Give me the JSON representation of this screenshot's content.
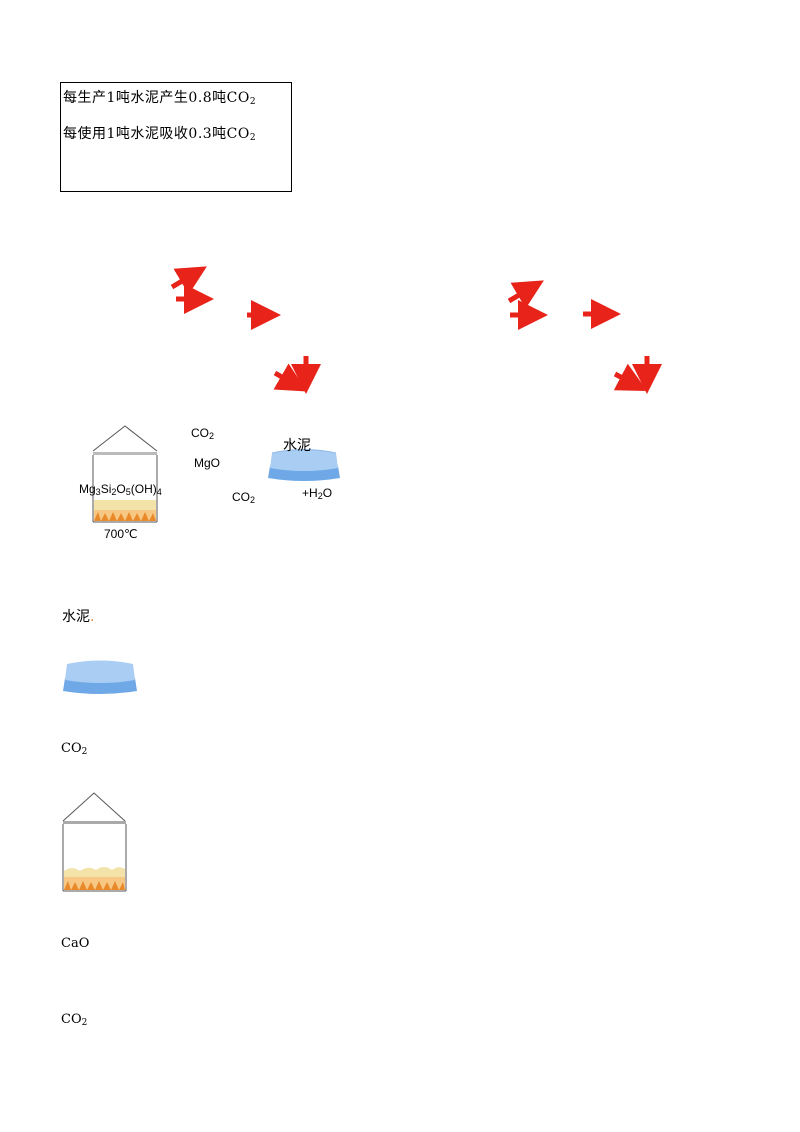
{
  "note": {
    "line1_text": "每生产1吨水泥产生0.8吨",
    "line1_formula": "CO",
    "line1_sub": "2",
    "line2_text": "每使用1吨水泥吸收0.3吨",
    "line2_formula": "CO",
    "line2_sub": "2"
  },
  "diagram": {
    "co2_top": "CO",
    "co2_top_sub": "2",
    "mgo": "MgO",
    "mineral_a": "Mg",
    "mineral_a_sub": "3",
    "mineral_b": "Si",
    "mineral_b_sub": "2",
    "mineral_c": "O",
    "mineral_c_sub": "5",
    "mineral_d": "(OH)",
    "mineral_d_sub": "4",
    "temperature": "700℃",
    "co2_bottom": "CO",
    "co2_bottom_sub": "2",
    "cement_label": "水泥",
    "water_plus": "+H",
    "water_sub": "2",
    "water_end": "O"
  },
  "legend": {
    "cement_text": "水泥",
    "cement_dot": ".",
    "co2_1": "CO",
    "co2_1_sub": "2",
    "cao": "CaO",
    "co2_2": "CO",
    "co2_2_sub": "2"
  },
  "colors": {
    "arrow": "#e8231a",
    "bag_light": "#a9cdf3",
    "bag_dark": "#6fa8e6",
    "furnace_base": "#f4e3a8",
    "furnace_flame": "#e8892a",
    "dot_orange": "#e8892a"
  }
}
